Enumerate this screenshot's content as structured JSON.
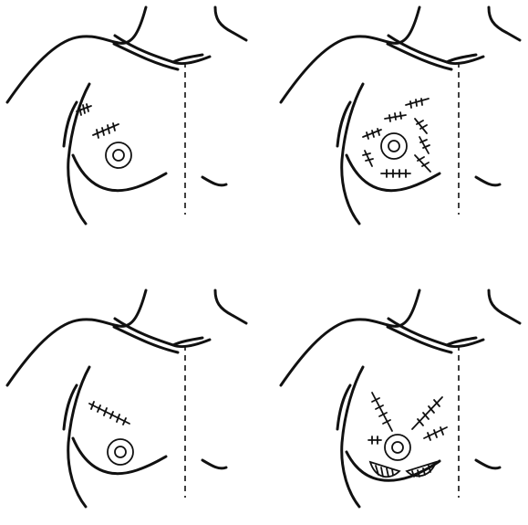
{
  "figure": {
    "panels": [
      {
        "id": "panel-1",
        "incisions": [
          "axillary-incision",
          "upper-outer-incision"
        ]
      },
      {
        "id": "panel-2",
        "incisions": [
          "periareolar-radial-incisions"
        ]
      },
      {
        "id": "panel-3",
        "incisions": [
          "oblique-lateral-incision"
        ]
      },
      {
        "id": "panel-4",
        "incisions": [
          "radial-incisions",
          "inframammary-crescent-excision"
        ]
      }
    ]
  }
}
